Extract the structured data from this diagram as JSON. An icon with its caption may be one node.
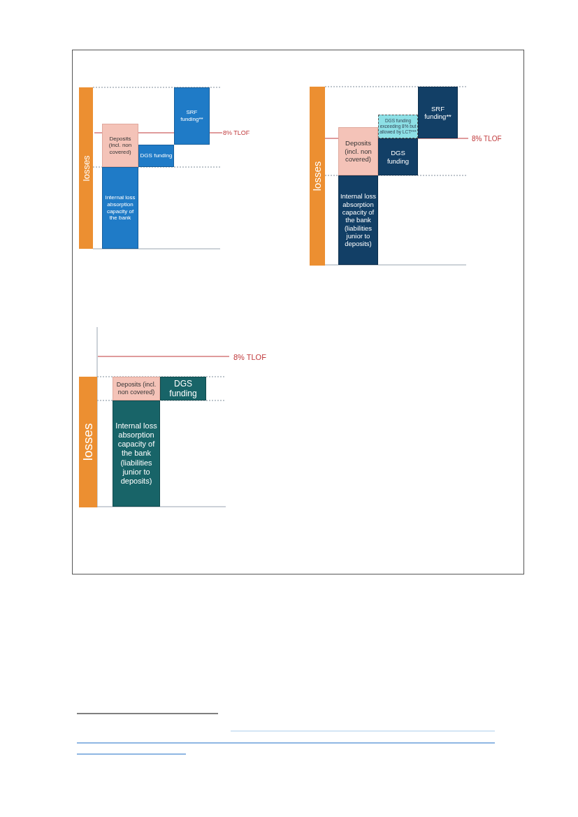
{
  "diagram": {
    "nodes": [
      {
        "text": [
          "losses"
        ]
      },
      {
        "text": [
          "Deposits (incl. non covered)"
        ]
      },
      {
        "text": [
          "Internal loss absorption capacity of the bank"
        ]
      },
      {
        "text": [
          "DGS funding"
        ]
      },
      {
        "text": [
          "SRF funding**"
        ]
      },
      {
        "text": [
          "losses"
        ]
      },
      {
        "text": [
          "Deposits (incl. non covered)"
        ]
      },
      {
        "text": [
          "Internal loss absorption capacity of the bank (liabilities junior to deposits)"
        ]
      },
      {
        "text": [
          "DGS funding exceeding 8% but allowed by LCT***"
        ]
      },
      {
        "text": [
          "DGS funding"
        ]
      },
      {
        "text": [
          "SRF funding**"
        ]
      },
      {
        "text": [
          "losses"
        ]
      },
      {
        "text": [
          "Deposits (incl. non covered)"
        ]
      },
      {
        "text": [
          "Internal loss absorption capacity of the bank (liabilities junior to deposits)"
        ]
      },
      {
        "text": [
          "DGS funding"
        ]
      }
    ],
    "labels": [
      "8% TLOF",
      "8% TLOF",
      "8% TLOF"
    ]
  }
}
